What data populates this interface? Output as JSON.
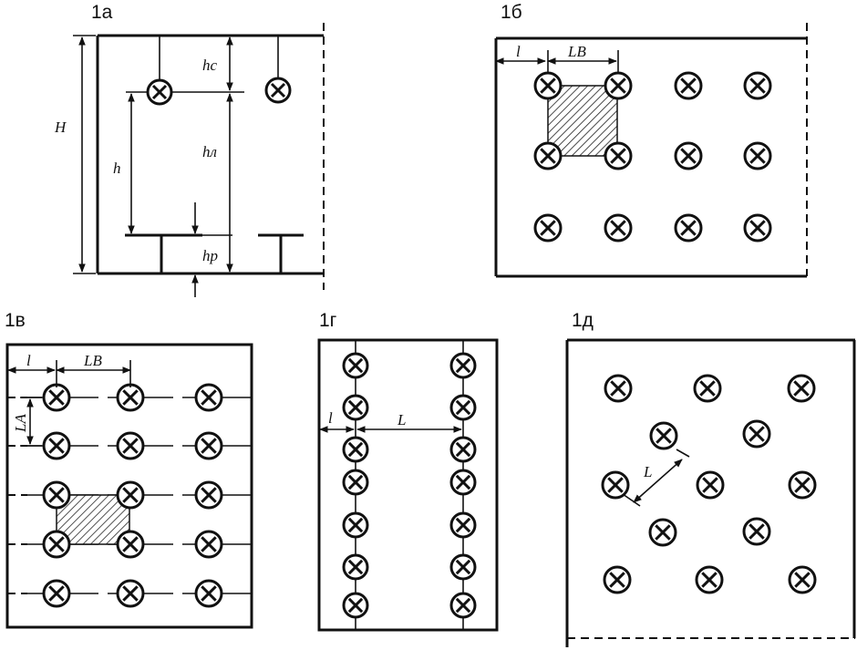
{
  "panels": {
    "a": {
      "label": "1а"
    },
    "b": {
      "label": "1б"
    },
    "v": {
      "label": "1в"
    },
    "g": {
      "label": "1г"
    },
    "d": {
      "label": "1д"
    }
  },
  "dims": {
    "H": "H",
    "hc": "hc",
    "h": "h",
    "hl": "hл",
    "hp": "hp",
    "l": "l",
    "LB": "LB",
    "LA": "LA",
    "L": "L"
  }
}
